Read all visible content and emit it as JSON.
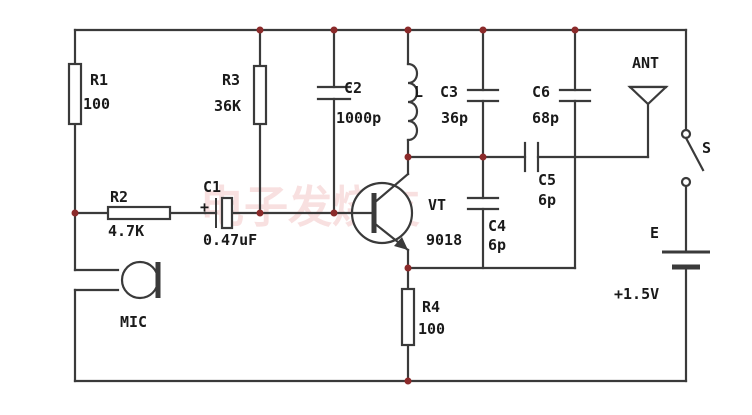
{
  "labels": {
    "r1": {
      "name": "R1",
      "value": "100"
    },
    "r2": {
      "name": "R2",
      "value": "4.7K"
    },
    "r3": {
      "name": "R3",
      "value": "36K"
    },
    "r4": {
      "name": "R4",
      "value": "100"
    },
    "c1": {
      "name": "C1",
      "value": "0.47uF",
      "polarity": "+"
    },
    "c2": {
      "name": "C2",
      "value": "1000p"
    },
    "c3": {
      "name": "C3",
      "value": "36p"
    },
    "c4": {
      "name": "C4",
      "value": "6p"
    },
    "c5": {
      "name": "C5",
      "value": "6p"
    },
    "c6": {
      "name": "C6",
      "value": "68p"
    },
    "inductor": {
      "name": "L"
    },
    "transistor": {
      "name": "VT",
      "value": "9018"
    },
    "antenna": {
      "name": "ANT"
    },
    "switch": {
      "name": "S"
    },
    "battery": {
      "name": "E",
      "value": "+1.5V"
    },
    "mic": {
      "name": "MIC"
    }
  },
  "watermark": "电子发烧友",
  "colors": {
    "wire": "#3a3a3a",
    "junction": "#8b2a2a",
    "text": "#1a1a1a",
    "watermark": "#f3c7c7"
  }
}
